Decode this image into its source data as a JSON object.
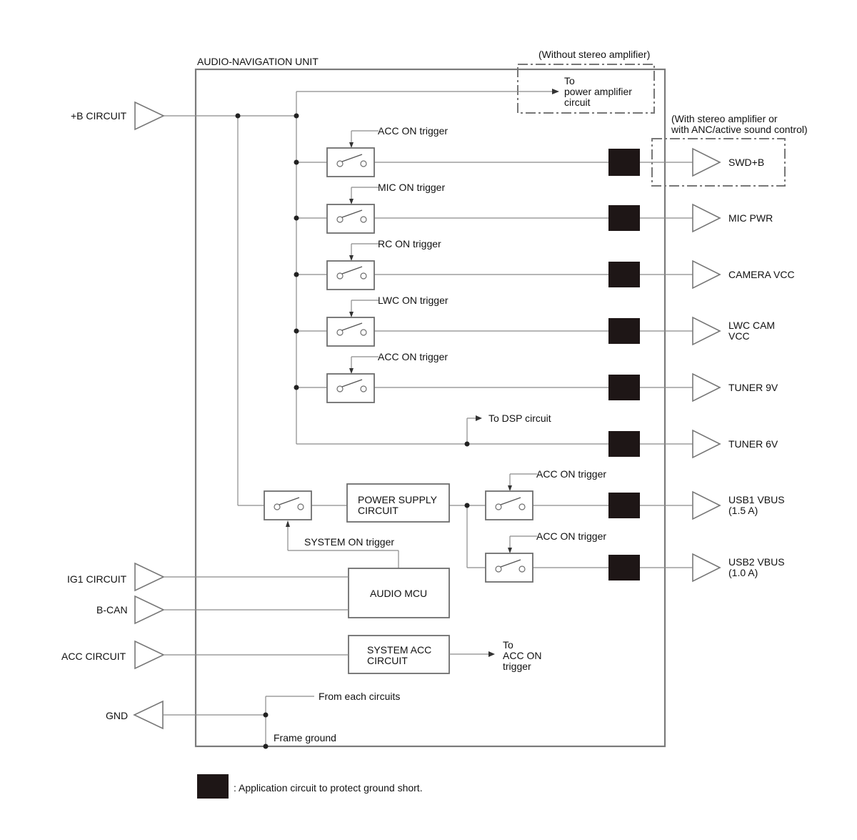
{
  "unit_title": "AUDIO-NAVIGATION UNIT",
  "without_amp": {
    "note": "(Without stereo amplifier)",
    "lines": [
      "To",
      "power amplifier",
      "circuit"
    ]
  },
  "with_amp_note": [
    "(With stereo amplifier or",
    "with ANC/active sound control)"
  ],
  "inputs": {
    "b_circuit": "+B CIRCUIT",
    "ig1": "IG1 CIRCUIT",
    "bcan": "B-CAN",
    "acc": "ACC CIRCUIT",
    "gnd": "GND"
  },
  "triggers": {
    "swd": "ACC ON trigger",
    "mic": "MIC ON trigger",
    "rc": "RC ON trigger",
    "lwc": "LWC ON trigger",
    "tuner9": "ACC ON trigger",
    "usb1": "ACC ON trigger",
    "usb2": "ACC ON trigger",
    "system": "SYSTEM ON trigger"
  },
  "dsp_label": "To DSP circuit",
  "outputs": {
    "swd": [
      "SWD+B"
    ],
    "mic": [
      "MIC PWR"
    ],
    "camera": [
      "CAMERA VCC"
    ],
    "lwc": [
      "LWC CAM",
      "VCC"
    ],
    "tuner9": [
      "TUNER 9V"
    ],
    "tuner6": [
      "TUNER 6V"
    ],
    "usb1": [
      "USB1 VBUS",
      "(1.5 A)"
    ],
    "usb2": [
      "USB2 VBUS",
      "(1.0 A)"
    ]
  },
  "blocks": {
    "power_supply": [
      "POWER SUPPLY",
      "CIRCUIT"
    ],
    "audio_mcu": [
      "AUDIO MCU"
    ],
    "system_acc": [
      "SYSTEM ACC",
      "CIRCUIT"
    ]
  },
  "to_acc_trigger": [
    "To",
    "ACC ON",
    "trigger"
  ],
  "ground": {
    "from_each": "From each circuits",
    "frame": "Frame ground"
  },
  "legend": ": Application circuit to protect ground short."
}
